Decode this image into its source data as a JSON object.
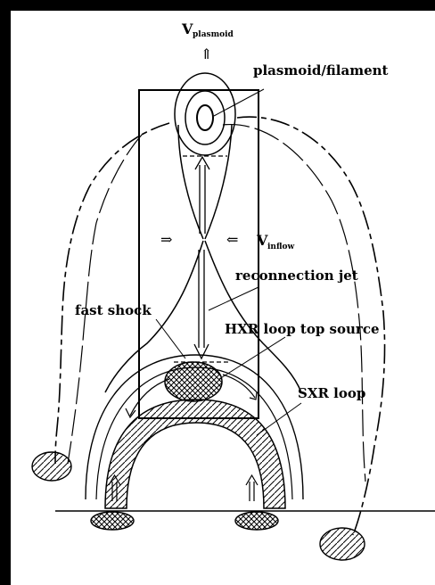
{
  "diagram": {
    "labels": {
      "v_plasmoid_main": "V",
      "v_plasmoid_sub": "plasmoid",
      "plasmoid": "plasmoid/filament",
      "v_inflow_main": "V",
      "v_inflow_sub": "inflow",
      "reconnection_jet": "reconnection jet",
      "fast_shock": "fast shock",
      "hxr_source": "HXR loop top source",
      "sxr_loop": "SXR loop"
    },
    "arrows": {
      "up": "⇑",
      "right": "⇒",
      "left": "⇐"
    },
    "colors": {
      "background": "#000000",
      "panel": "#ffffff",
      "ink": "#000000"
    }
  }
}
